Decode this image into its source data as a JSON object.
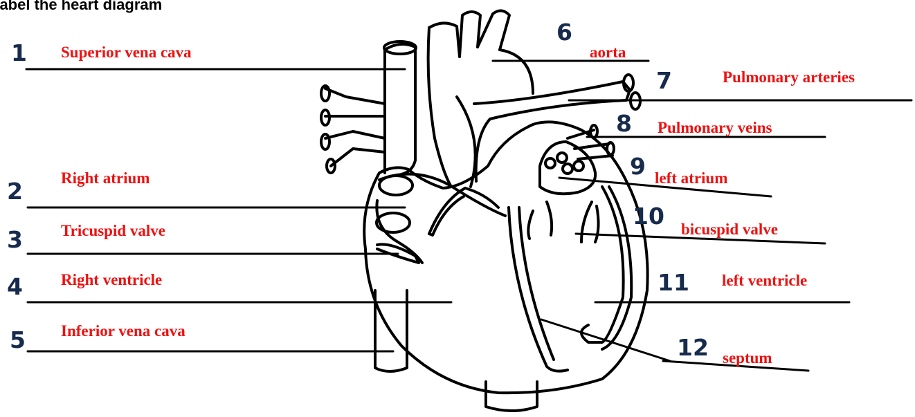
{
  "title": "Label the heart diagram",
  "colors": {
    "label": "#ee1111",
    "number": "#172b4d",
    "line": "#000000"
  },
  "labels": [
    {
      "num": "1",
      "text": "Superior vena cava"
    },
    {
      "num": "2",
      "text": "Right atrium"
    },
    {
      "num": "3",
      "text": "Tricuspid valve"
    },
    {
      "num": "4",
      "text": "Right ventricle"
    },
    {
      "num": "5",
      "text": "Inferior vena cava"
    },
    {
      "num": "6",
      "text": "aorta"
    },
    {
      "num": "7",
      "text": "Pulmonary arteries"
    },
    {
      "num": "8",
      "text": "Pulmonary veins"
    },
    {
      "num": "9",
      "text": "left atrium"
    },
    {
      "num": "10",
      "text": "bicuspid valve"
    },
    {
      "num": "11",
      "text": "left ventricle"
    },
    {
      "num": "12",
      "text": "septum"
    }
  ]
}
